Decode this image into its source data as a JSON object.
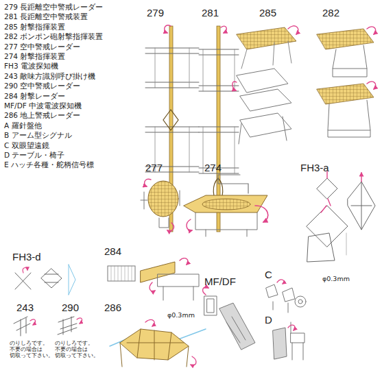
{
  "diagram": {
    "labels": [
      "279 長距離空中警戒レーダー",
      "281 長距離空中警戒装置",
      "285 射撃指揮装置",
      "282 ボンポン砲射撃指揮装置",
      "277 空中警戒レーダー",
      "274 射撃指揮装置",
      "FH3 電波探知機",
      "243 敵味方識別呼び掛け機",
      "290 空中警戒レーダー",
      "284 射撃レーダー",
      "MF/DF 中波電波探知機",
      "286 地上警戒レーダー",
      "A 羅針盤他",
      "B アーム型シグナル",
      "C 双眼望遠鏡",
      "D テーブル・椅子",
      "E ハッチ各種・舵柄信号標",
      "279",
      "281",
      "285",
      "282",
      "277",
      "274",
      "FH3-a",
      "φ0.3mm",
      "FH3-d",
      "284",
      "MF/DF",
      "C",
      "D",
      "243",
      "290",
      "286",
      "φ0.3mm",
      "のりしろです。 不要の場合は 切取って下さい。",
      "のりしろです。 不要の場合は 切取って下さい。"
    ]
  }
}
